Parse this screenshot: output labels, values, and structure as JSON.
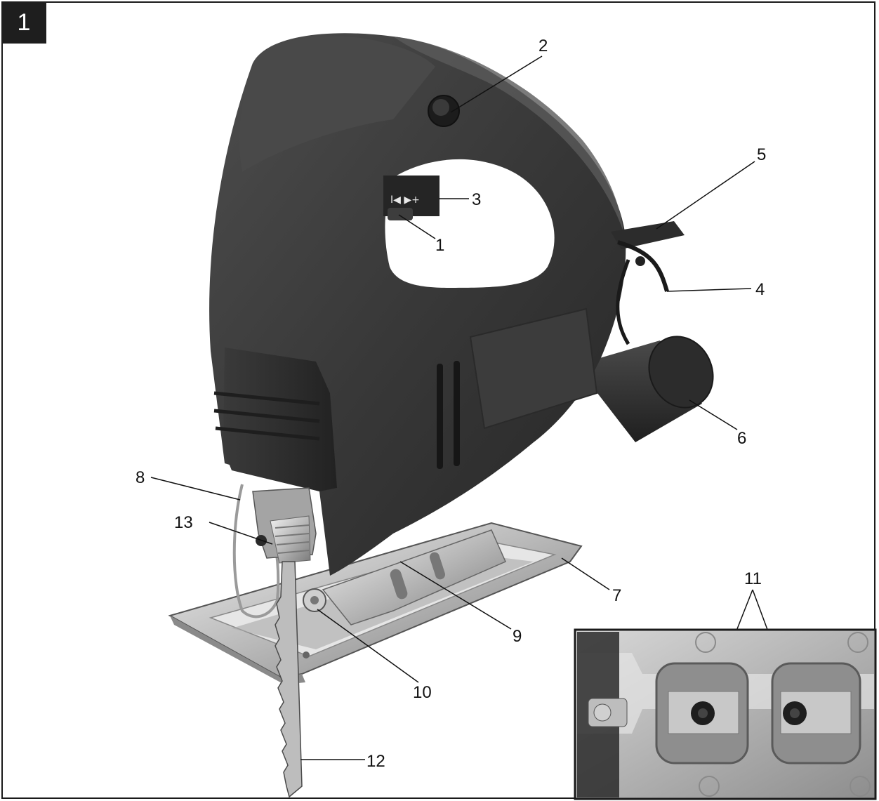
{
  "figure": {
    "number": "1",
    "speed_dial_symbols": "I◀ ▶+",
    "callouts": [
      "1",
      "2",
      "3",
      "4",
      "5",
      "6",
      "7",
      "8",
      "9",
      "10",
      "11",
      "12",
      "13"
    ]
  },
  "colors": {
    "body_dark": "#343434",
    "body_mid": "#474747",
    "metal": "#c8c8c8",
    "line": "#1a1a1a"
  }
}
